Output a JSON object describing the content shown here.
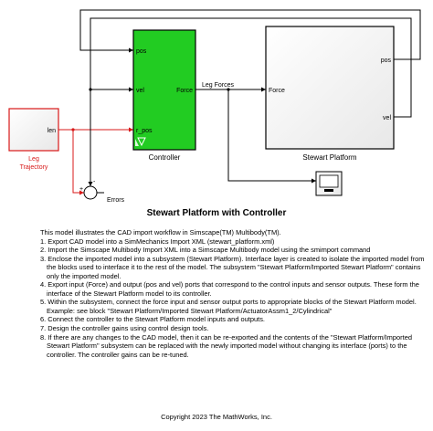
{
  "diagram": {
    "controller": {
      "name": "Controller",
      "ports_in": [
        "pos",
        "vel",
        "r_pos"
      ],
      "port_out": "Force",
      "fill": "#22cc22"
    },
    "plant": {
      "name": "Stewart Platform",
      "port_in": "Force",
      "ports_out": [
        "pos",
        "vel"
      ]
    },
    "trajectory": {
      "name_line1": "Leg",
      "name_line2": "Trajectory",
      "port_out": "len",
      "color": "#d81818"
    },
    "signal_label": "Leg Forces",
    "sum_signs": {
      "plus": "+",
      "minus": "-"
    },
    "errors_label": "Errors"
  },
  "title": "Stewart Platform with Controller",
  "description": {
    "intro": "This model illustrates the CAD import workflow in Simscape(TM) Multibody(TM).",
    "steps": [
      "1. Export CAD model into a SimMechanics Import XML (stewart_platform.xml)",
      "2. Import the Simscape Multibody Import XML into a Simscape Multibody model using the smimport command",
      "3. Enclose the imported model into a subsystem (Stewart Platform). Interface layer is created to isolate the imported model from the blocks used to interface it to the rest of the model. The subsystem \"Stewart Platform/Imported Stewart Platform\" contains only the imported model.",
      "4. Export input (Force) and output (pos and vel) ports that correspond to the control inputs and sensor outputs. These form the interface of the Stewart Platform model to its controller.",
      "5. Within the subsystem, connect the force input and sensor output ports to appropriate blocks of the Stewart Platform model.",
      "Example: see block \"Stewart Platform/Imported Stewart Platform/ActuatorAssm1_2/Cylindrical\"",
      "6. Connect the controller to the Stewart Platform model inputs and outputs.",
      "7. Design the controller gains using control design tools.",
      "8. If there are any changes to the CAD model, then it can be re-exported and the contents of the \"Stewart Platform/Imported Stewart Platform\" subsystem can be replaced with the newly imported model without changing its interface (ports) to the controller. The controller gains can be re-tuned."
    ]
  },
  "copyright": "Copyright 2023 The MathWorks, Inc."
}
